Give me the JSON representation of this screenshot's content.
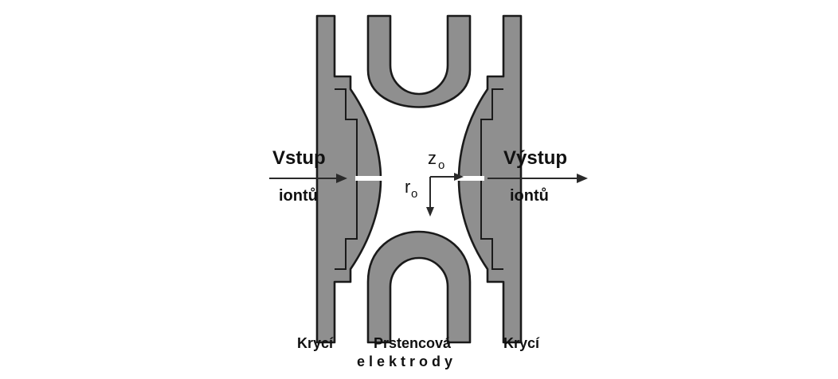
{
  "labels": {
    "input_line1": "Vstup",
    "input_line2": "iontů",
    "output_line1": "Výstup",
    "output_line2": "iontů",
    "z_symbol": "z",
    "z_subscript": "o",
    "r_symbol": "r",
    "r_subscript": "o",
    "cover_left": "Krycí",
    "ring_line1": "Prstencová",
    "ring_line2": "elektrody",
    "cover_right": "Krycí"
  },
  "colors": {
    "electrode_fill": "#8f8f8f",
    "outline": "#1a1a1a",
    "background": "#ffffff"
  }
}
